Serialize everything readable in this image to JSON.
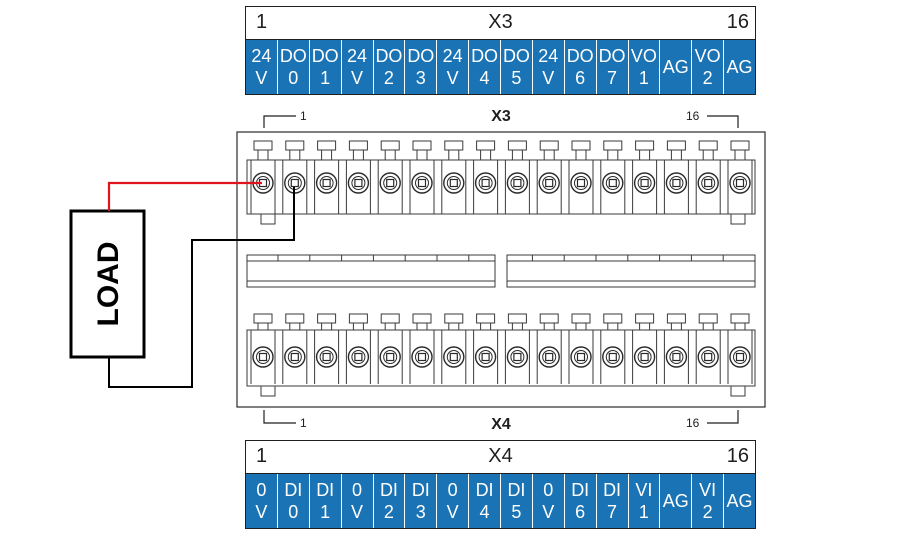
{
  "top_table": {
    "left_index": "1",
    "title": "X3",
    "right_index": "16",
    "pins": [
      [
        "24",
        "V"
      ],
      [
        "DO",
        "0"
      ],
      [
        "DO",
        "1"
      ],
      [
        "24",
        "V"
      ],
      [
        "DO",
        "2"
      ],
      [
        "DO",
        "3"
      ],
      [
        "24",
        "V"
      ],
      [
        "DO",
        "4"
      ],
      [
        "DO",
        "5"
      ],
      [
        "24",
        "V"
      ],
      [
        "DO",
        "6"
      ],
      [
        "DO",
        "7"
      ],
      [
        "VO",
        "1"
      ],
      [
        "AG"
      ],
      [
        "VO",
        "2"
      ],
      [
        "AG"
      ]
    ]
  },
  "bottom_table": {
    "left_index": "1",
    "title": "X4",
    "right_index": "16",
    "pins": [
      [
        "0",
        "V"
      ],
      [
        "DI",
        "0"
      ],
      [
        "DI",
        "1"
      ],
      [
        "0",
        "V"
      ],
      [
        "DI",
        "2"
      ],
      [
        "DI",
        "3"
      ],
      [
        "0",
        "V"
      ],
      [
        "DI",
        "4"
      ],
      [
        "DI",
        "5"
      ],
      [
        "0",
        "V"
      ],
      [
        "DI",
        "6"
      ],
      [
        "DI",
        "7"
      ],
      [
        "VI",
        "1"
      ],
      [
        "AG"
      ],
      [
        "VI",
        "2"
      ],
      [
        "AG"
      ]
    ]
  },
  "connector_labels": {
    "top_title": "X3",
    "top_first": "1",
    "top_last": "16",
    "bottom_title": "X4",
    "bottom_first": "1",
    "bottom_last": "16"
  },
  "load_label": "LOAD",
  "colors": {
    "pin_fill": "#1a73b5",
    "wire_positive": "#e0141c",
    "wire_return": "#000000",
    "outline": "#1f1f1f"
  }
}
